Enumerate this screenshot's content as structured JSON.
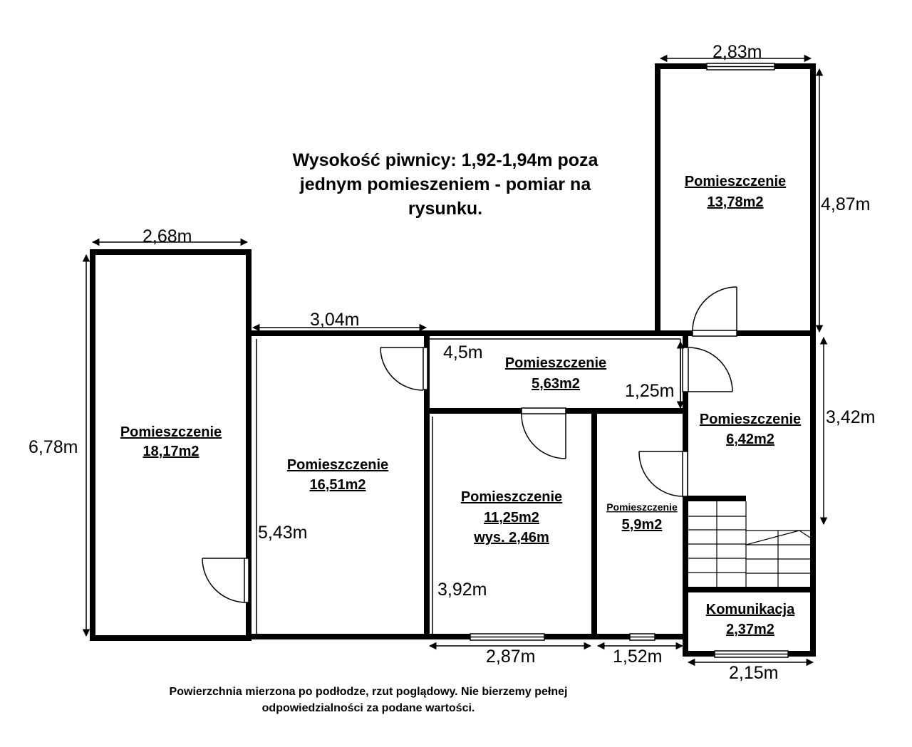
{
  "note": {
    "line1": "Wysokość piwnicy: 1,92-1,94m poza",
    "line2": "jednym pomieszeniem - pomiar na",
    "line3": "rysunku."
  },
  "footer": {
    "line1": "Powierzchnia mierzona po podłodze, rzut poglądowy. Nie bierzemy pełnej",
    "line2": "odpowiedzialności za podane wartości."
  },
  "rooms": [
    {
      "name": "Pomieszczenie",
      "area": "18,17m2"
    },
    {
      "name": "Pomieszczenie",
      "area": "16,51m2"
    },
    {
      "name": "Pomieszczenie",
      "area": "5,63m2"
    },
    {
      "name": "Pomieszczenie",
      "area": "11,25m2",
      "extra": "wys. 2,46m"
    },
    {
      "name": "Pomieszczenie",
      "area": "5,9m2"
    },
    {
      "name": "Pomieszczenie",
      "area": "6,42m2"
    },
    {
      "name": "Pomieszczenie",
      "area": "13,78m2"
    },
    {
      "name": "Komunikacja",
      "area": "2,37m2"
    }
  ],
  "dimensions": {
    "d_2_68": "2,68m",
    "d_6_78": "6,78m",
    "d_3_04": "3,04m",
    "d_5_43": "5,43m",
    "d_4_5": "4,5m",
    "d_1_25": "1,25m",
    "d_3_92": "3,92m",
    "d_2_87": "2,87m",
    "d_1_52": "1,52m",
    "d_2_83": "2,83m",
    "d_4_87": "4,87m",
    "d_3_42": "3,42m",
    "d_2_15": "2,15m"
  },
  "colors": {
    "wall": "#000000",
    "background": "#ffffff"
  }
}
